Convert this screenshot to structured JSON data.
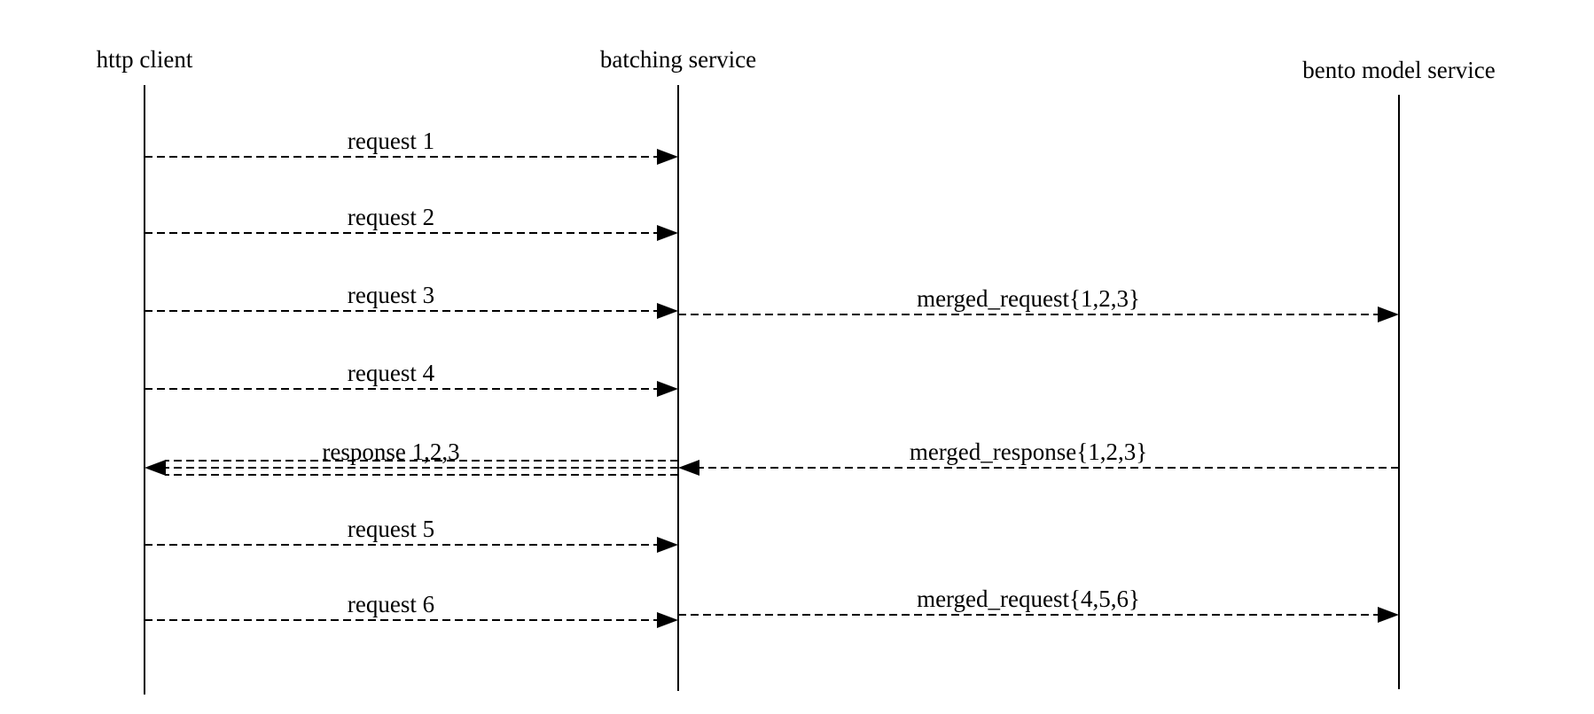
{
  "participants": [
    {
      "id": "http-client",
      "label": "http client"
    },
    {
      "id": "batching-service",
      "label": "batching service"
    },
    {
      "id": "bento-model-service",
      "label": "bento model service"
    }
  ],
  "messages": [
    {
      "label": "request 1",
      "from": "http-client",
      "to": "batching-service"
    },
    {
      "label": "request 2",
      "from": "http-client",
      "to": "batching-service"
    },
    {
      "label": "request 3",
      "from": "http-client",
      "to": "batching-service"
    },
    {
      "label": "merged_request{1,2,3}",
      "from": "batching-service",
      "to": "bento-model-service"
    },
    {
      "label": "request 4",
      "from": "http-client",
      "to": "batching-service"
    },
    {
      "label": "merged_response{1,2,3}",
      "from": "bento-model-service",
      "to": "batching-service"
    },
    {
      "label": "response 1,2,3",
      "from": "batching-service",
      "to": "http-client",
      "multiplicity": 3
    },
    {
      "label": "request 5",
      "from": "http-client",
      "to": "batching-service"
    },
    {
      "label": "request 6",
      "from": "http-client",
      "to": "batching-service"
    },
    {
      "label": "merged_request{4,5,6}",
      "from": "batching-service",
      "to": "bento-model-service"
    }
  ]
}
